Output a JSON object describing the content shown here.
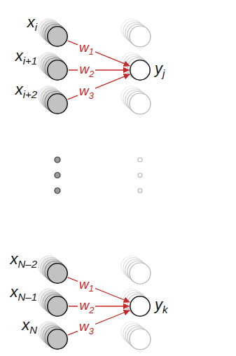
{
  "diagram": {
    "nodes": [
      {
        "text": [
          "xi"
        ]
      },
      {
        "text": [
          "xi+1"
        ]
      },
      {
        "text": [
          "xi+2"
        ]
      },
      {
        "text": [
          "xN–2"
        ]
      },
      {
        "text": [
          "xN–1"
        ]
      },
      {
        "text": [
          "xN"
        ]
      },
      {
        "text": [
          "yj"
        ]
      },
      {
        "text": [
          "yk"
        ]
      }
    ],
    "edges": [
      {
        "from": 0,
        "to": 6,
        "label": "w1",
        "arrow": "to"
      },
      {
        "from": 1,
        "to": 6,
        "label": "w2",
        "arrow": "to"
      },
      {
        "from": 2,
        "to": 6,
        "label": "w3",
        "arrow": "to"
      },
      {
        "from": 3,
        "to": 7,
        "label": "w1",
        "arrow": "to"
      },
      {
        "from": 4,
        "to": 7,
        "label": "w2",
        "arrow": "to"
      },
      {
        "from": 5,
        "to": 7,
        "label": "w3",
        "arrow": "to"
      }
    ]
  }
}
